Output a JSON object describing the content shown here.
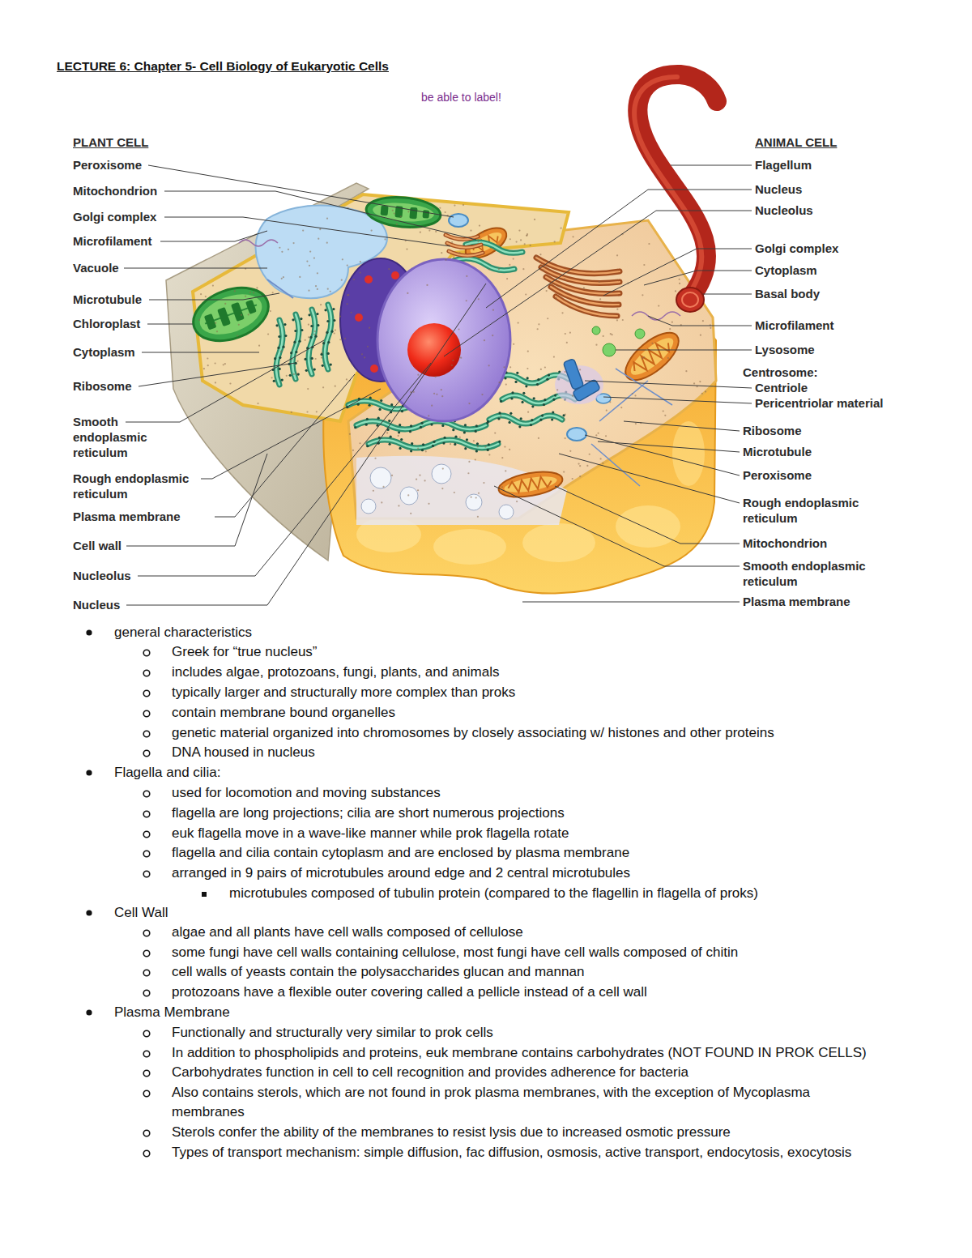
{
  "diagram": {
    "title": "LECTURE 6: Chapter 5- Cell Biology of Eukaryotic Cells",
    "labels": [
      "be able to label!",
      "PLANT CELL",
      "Peroxisome",
      "Mitochondrion",
      "Golgi complex",
      "Microfilament",
      "Vacuole",
      "Microtubule",
      "Chloroplast",
      "Cytoplasm",
      "Ribosome",
      "Smooth endoplasmic reticulum",
      "Rough endoplasmic reticulum",
      "Plasma membrane",
      "Cell wall",
      "Nucleolus",
      "Nucleus",
      "ANIMAL CELL",
      "Flagellum",
      "Nucleus",
      "Nucleolus",
      "Golgi complex",
      "Cytoplasm",
      "Basal body",
      "Microfilament",
      "Lysosome",
      "Centrosome:",
      "Centriole",
      "Pericentriolar material",
      "Ribosome",
      "Microtubule",
      "Peroxisome",
      "Rough endoplasmic reticulum",
      "Mitochondrion",
      "Smooth endoplasmic reticulum",
      "Plasma membrane",
      "general characteristics",
      "Greek for “true nucleus”",
      "includes algae, protozoans, fungi, plants, and animals",
      "typically larger and structurally more complex than proks",
      "contain membrane bound organelles",
      "genetic material organized into chromosomes by closely associating w/ histones and other proteins",
      "DNA housed in nucleus",
      "Flagella and cilia:",
      "used for locomotion and moving substances",
      "flagella are long projections; cilia are short numerous projections",
      "euk flagella move in a wave-like manner while prok flagella rotate",
      "flagella and cilia contain cytoplasm and are enclosed by plasma membrane",
      "arranged in 9 pairs of microtubules around edge and 2 central microtubules",
      "microtubules composed of tubulin protein (compared to the flagellin in flagella of proks)",
      "Cell Wall",
      "algae and all plants have cell walls composed of cellulose",
      "some fungi have cell walls containing cellulose, most fungi have cell walls composed of chitin",
      "cell walls of yeasts contain the polysaccharides glucan and mannan",
      "protozoans have a flexible outer covering called a pellicle instead of a cell wall",
      "Plasma Membrane",
      "Functionally and structurally very similar to prok cells",
      "In addition to phospholipids and proteins, euk membrane contains carbohydrates (NOT FOUND IN PROK CELLS)",
      "Carbohydrates function in cell to cell recognition and provides adherence for bacteria",
      "Also contains sterols, which are not found in prok plasma membranes, with the exception of Mycoplasma membranes",
      "Sterols confer the ability of the membranes to resist lysis due to increased osmotic pressure",
      "Types of transport mechanism: simple diffusion, fac diffusion, osmosis, active transport, endocytosis, exocytosis"
    ]
  }
}
